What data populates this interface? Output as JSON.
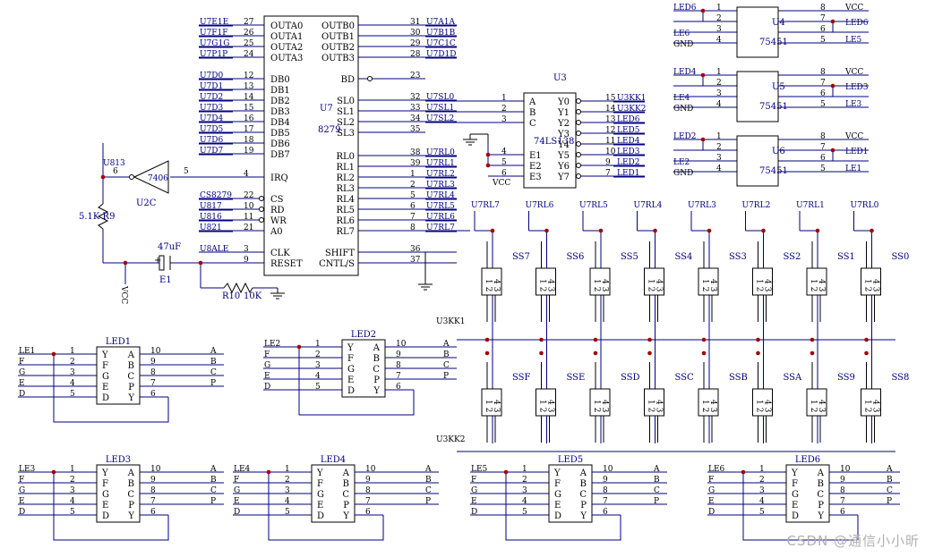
{
  "colors": {
    "wire": "#000080",
    "body": "#000000",
    "junction": "#a00000",
    "chip_fill": "#ffffff"
  },
  "u7": {
    "ref": "U7",
    "part": "8279",
    "left_pins": [
      {
        "net": "U7E1E",
        "num": "27",
        "name": "OUTA0"
      },
      {
        "net": "U7F1F",
        "num": "26",
        "name": "OUTA1"
      },
      {
        "net": "U7G1G",
        "num": "25",
        "name": "OUTA2"
      },
      {
        "net": "U7P1P",
        "num": "24",
        "name": "OUTA3"
      },
      {
        "net": "U7D0",
        "num": "12",
        "name": "DB0"
      },
      {
        "net": "U7D1",
        "num": "13",
        "name": "DB1"
      },
      {
        "net": "U7D2",
        "num": "14",
        "name": "DB2"
      },
      {
        "net": "U7D3",
        "num": "15",
        "name": "DB3"
      },
      {
        "net": "U7D4",
        "num": "16",
        "name": "DB4"
      },
      {
        "net": "U7D5",
        "num": "17",
        "name": "DB5"
      },
      {
        "net": "U7D6",
        "num": "18",
        "name": "DB6"
      },
      {
        "net": "U7D7",
        "num": "19",
        "name": "DB7"
      },
      {
        "net": "",
        "num": "4",
        "name": "IRQ"
      },
      {
        "net": "CS8279",
        "num": "22",
        "name": "CS"
      },
      {
        "net": "U817",
        "num": "10",
        "name": "RD"
      },
      {
        "net": "U816",
        "num": "11",
        "name": "WR"
      },
      {
        "net": "U821",
        "num": "21",
        "name": "A0"
      },
      {
        "net": "U8ALE",
        "num": "3",
        "name": "CLK"
      },
      {
        "net": "",
        "num": "9",
        "name": "RESET"
      }
    ],
    "right_pins": [
      {
        "net": "U7A1A",
        "num": "31",
        "name": "OUTB0"
      },
      {
        "net": "U7B1B",
        "num": "30",
        "name": "OUTB1"
      },
      {
        "net": "U7C1C",
        "num": "29",
        "name": "OUTB2"
      },
      {
        "net": "U7D1D",
        "num": "28",
        "name": "OUTB3"
      },
      {
        "net": "",
        "num": "23",
        "name": "BD"
      },
      {
        "net": "U7SL0",
        "num": "32",
        "name": "SL0"
      },
      {
        "net": "U7SL1",
        "num": "33",
        "name": "SL1"
      },
      {
        "net": "U7SL2",
        "num": "34",
        "name": "SL2"
      },
      {
        "net": "",
        "num": "35",
        "name": "SL3"
      },
      {
        "net": "U7RL0",
        "num": "38",
        "name": "RL0"
      },
      {
        "net": "U7RL1",
        "num": "39",
        "name": "RL1"
      },
      {
        "net": "U7RL2",
        "num": "1",
        "name": "RL2"
      },
      {
        "net": "U7RL3",
        "num": "2",
        "name": "RL3"
      },
      {
        "net": "U7RL4",
        "num": "5",
        "name": "RL4"
      },
      {
        "net": "U7RL5",
        "num": "6",
        "name": "RL5"
      },
      {
        "net": "U7RL6",
        "num": "7",
        "name": "RL6"
      },
      {
        "net": "U7RL7",
        "num": "8",
        "name": "RL7"
      },
      {
        "net": "",
        "num": "36",
        "name": "SHIFT"
      },
      {
        "net": "",
        "num": "37",
        "name": "CNTL/S"
      }
    ]
  },
  "u2c": {
    "ref": "U2C",
    "part": "7406",
    "in_num": "6",
    "out_num": "5",
    "net": "U813"
  },
  "r9": {
    "label": "5.1K R9"
  },
  "e1": {
    "label": "E1",
    "value": "47uF",
    "plus": "+"
  },
  "r10": {
    "label": "R10",
    "value": "10K"
  },
  "vcc": "VCC",
  "u3": {
    "ref": "U3",
    "part": "74LS138",
    "left_pins": [
      {
        "num": "1",
        "name": "A",
        "net": ""
      },
      {
        "num": "2",
        "name": "B",
        "net": ""
      },
      {
        "num": "3",
        "name": "C",
        "net": ""
      },
      {
        "num": "4",
        "name": "E1",
        "net": ""
      },
      {
        "num": "5",
        "name": "E2",
        "net": ""
      },
      {
        "num": "6",
        "name": "E3",
        "net": "VCC"
      }
    ],
    "right_pins": [
      {
        "name": "Y0",
        "num": "15",
        "net": "U3KK1"
      },
      {
        "name": "Y1",
        "num": "14",
        "net": "U3KK2"
      },
      {
        "name": "Y2",
        "num": "13",
        "net": "LED6"
      },
      {
        "name": "Y3",
        "num": "12",
        "net": "LED5"
      },
      {
        "name": "Y4",
        "num": "11",
        "net": "LED4"
      },
      {
        "name": "Y5",
        "num": "10",
        "net": "LED3"
      },
      {
        "name": "Y6",
        "num": "9",
        "net": "LED2"
      },
      {
        "name": "Y7",
        "num": "7",
        "net": "LED1"
      }
    ]
  },
  "gates": [
    {
      "ref": "U4",
      "part": "75451",
      "in1": "LED6",
      "in2": "LE6",
      "out": "LED6",
      "out2": "LE5"
    },
    {
      "ref": "U5",
      "part": "75451",
      "in1": "LED4",
      "in2": "LE4",
      "out": "LED3",
      "out2": "LE3"
    },
    {
      "ref": "U6",
      "part": "75451",
      "in1": "LED2",
      "in2": "LE2",
      "out": "LED1",
      "out2": "LE1"
    }
  ],
  "gate_pins": {
    "left": [
      "1",
      "2",
      "3",
      "4"
    ],
    "right": [
      "8",
      "7",
      "6",
      "5"
    ],
    "gnd": "GND"
  },
  "switch_cols": [
    "U7RL7",
    "U7RL6",
    "U7RL5",
    "U7RL4",
    "U7RL3",
    "U7RL2",
    "U7RL1",
    "U7RL0"
  ],
  "switch_row1": [
    "SS7",
    "SS6",
    "SS5",
    "SS4",
    "SS3",
    "SS2",
    "SS1",
    "SS0"
  ],
  "switch_row2": [
    "SSF",
    "SSE",
    "SSD",
    "SSC",
    "SSB",
    "SSA",
    "SS9",
    "SS8"
  ],
  "row_nets": [
    "U3KK1",
    "U3KK2"
  ],
  "switch_pins": [
    "1",
    "2",
    "3",
    "4"
  ],
  "displays": [
    {
      "ref": "LED1",
      "enable": "LE1"
    },
    {
      "ref": "LED2",
      "enable": "LE2"
    },
    {
      "ref": "LED3",
      "enable": "LE3"
    },
    {
      "ref": "LED4",
      "enable": "LE4"
    },
    {
      "ref": "LED5",
      "enable": "LE5"
    },
    {
      "ref": "LED6",
      "enable": "LE6"
    }
  ],
  "display_left": [
    {
      "net": "",
      "num": "1",
      "name": "Y"
    },
    {
      "net": "F",
      "num": "2",
      "name": "F"
    },
    {
      "net": "G",
      "num": "3",
      "name": "G"
    },
    {
      "net": "E",
      "num": "4",
      "name": "E"
    },
    {
      "net": "D",
      "num": "5",
      "name": "D"
    }
  ],
  "display_right": [
    {
      "name": "A",
      "num": "10",
      "net": "A"
    },
    {
      "name": "B",
      "num": "9",
      "net": "B"
    },
    {
      "name": "C",
      "num": "8",
      "net": "C"
    },
    {
      "name": "P",
      "num": "7",
      "net": "P"
    },
    {
      "name": "Y",
      "num": "6",
      "net": ""
    }
  ],
  "watermark": "CSDN @通信小小昕"
}
